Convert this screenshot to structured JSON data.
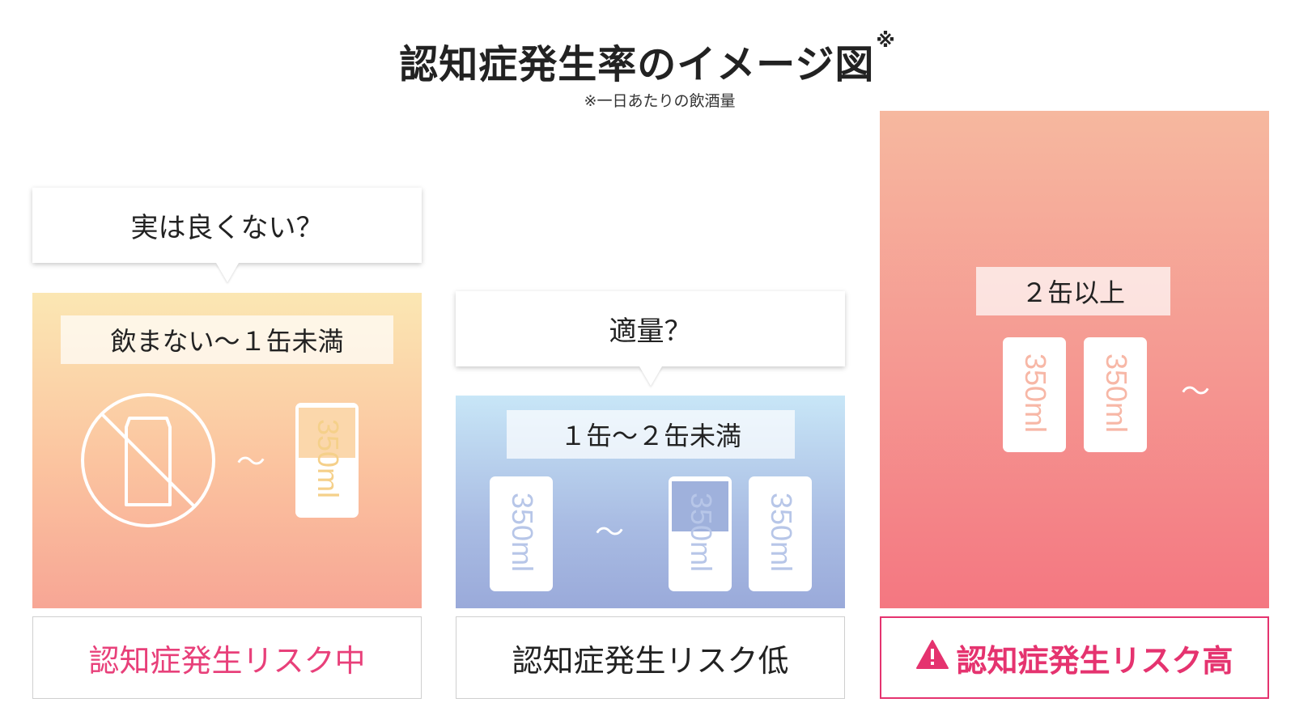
{
  "title": {
    "main": "認知症発生率のイメージ図",
    "mark": "※",
    "note": "※一日あたりの飲酒量"
  },
  "columns": [
    {
      "bubble": "実は良くない？",
      "tag": "飲まない〜１缶未満",
      "tilde": "〜",
      "risk": "認知症発生リスク中",
      "risk_color": "#e8407a",
      "cans": [
        {
          "label": "350ml",
          "fill_fraction": 0.5
        }
      ]
    },
    {
      "bubble": "適量？",
      "tag": "１缶〜２缶未満",
      "tilde": "〜",
      "risk": "認知症発生リスク低",
      "risk_color": "#222222",
      "cans": [
        {
          "label": "350ml",
          "fill_fraction": 1
        },
        {
          "label": "350ml",
          "fill_fraction": 0.5
        },
        {
          "label": "350ml",
          "fill_fraction": 1
        }
      ]
    },
    {
      "bubble": "",
      "tag": "２缶以上",
      "tilde": "〜",
      "risk": "認知症発生リスク高",
      "risk_color": "#e5336f",
      "risk_icon": "warning-icon",
      "cans": [
        {
          "label": "350ml",
          "fill_fraction": 1
        },
        {
          "label": "350ml",
          "fill_fraction": 1
        }
      ]
    }
  ]
}
